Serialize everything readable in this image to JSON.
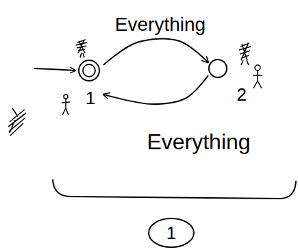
{
  "diagram": {
    "nodes": [
      {
        "text": [
          "1"
        ]
      },
      {
        "text": [
          "2"
        ]
      },
      {
        "text": [
          "1"
        ]
      }
    ],
    "edges": [
      {
        "from": 0,
        "to": 1,
        "label": "Everything",
        "arrow": "to"
      },
      {
        "from": 1,
        "to": 0,
        "label": "Everything",
        "arrow": "to"
      }
    ]
  }
}
